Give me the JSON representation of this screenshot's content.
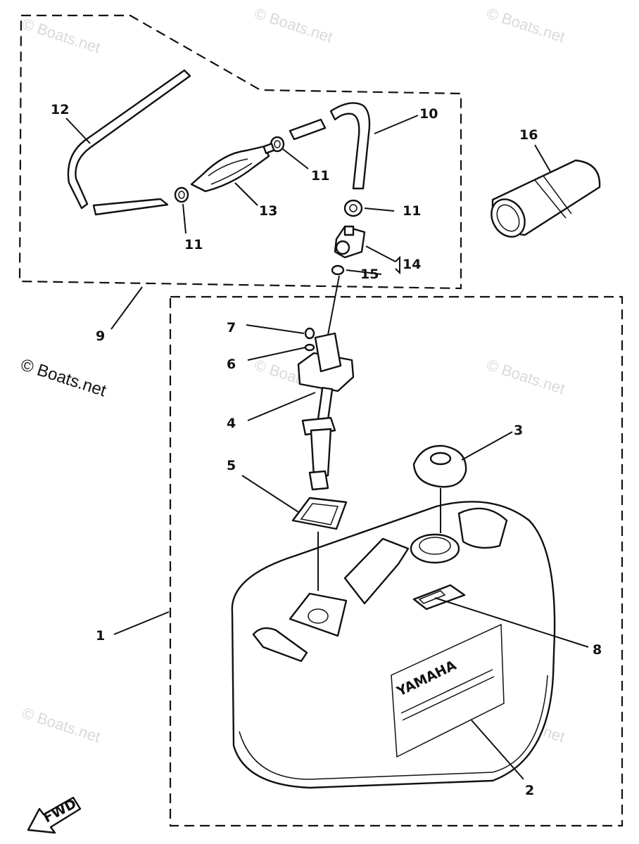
{
  "labels": {
    "l1": "1",
    "l2": "2",
    "l3": "3",
    "l4": "4",
    "l5": "5",
    "l6": "6",
    "l7": "7",
    "l8": "8",
    "l9": "9",
    "l10": "10",
    "l11a": "11",
    "l11b": "11",
    "l11c": "11",
    "l12": "12",
    "l13": "13",
    "l14": "14",
    "l15": "15",
    "l16": "16"
  },
  "watermark": {
    "text": "© Boats.net"
  },
  "tank_brand": "YAMAHA",
  "fwd_label": "FWD",
  "colors": {
    "ink": "#111111",
    "watermark": "#d9d9d9",
    "paper": "#ffffff"
  }
}
